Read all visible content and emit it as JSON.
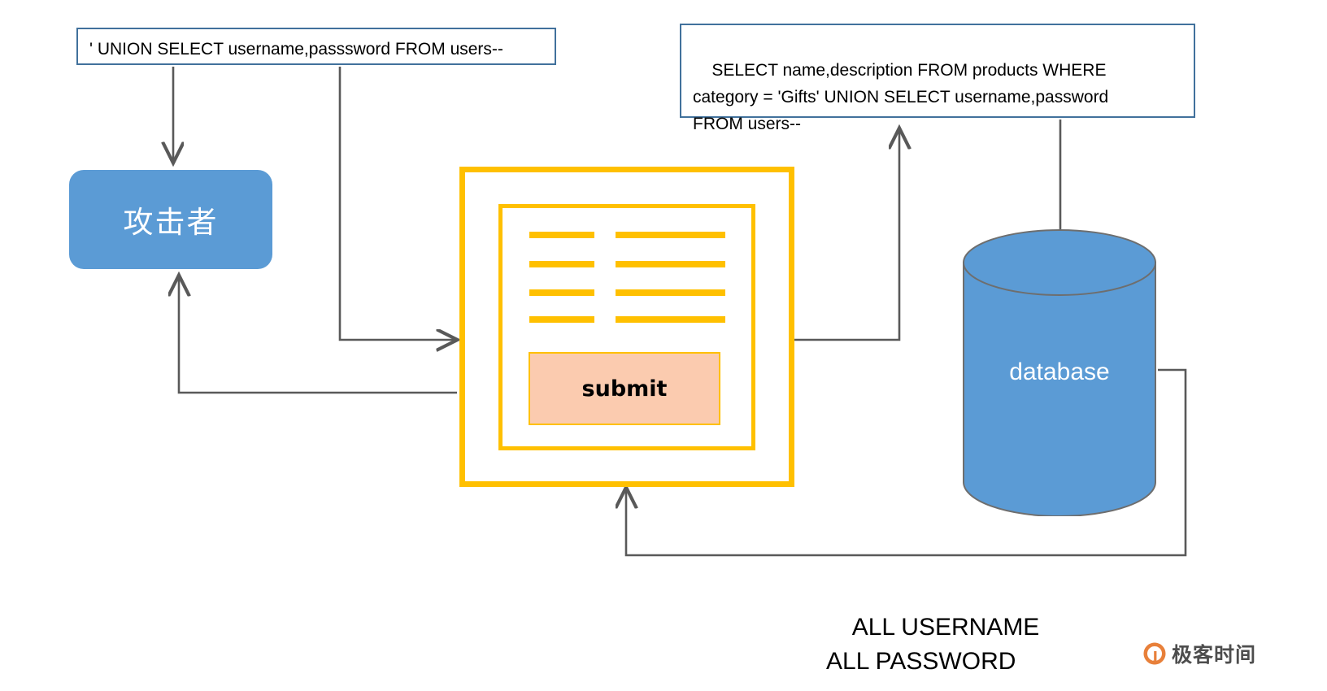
{
  "diagram": {
    "title": "SQL UNION injection attack flow",
    "colors": {
      "node_blue": "#5B9BD5",
      "callout_border_blue": "#41719C",
      "form_yellow": "#FFC000",
      "submit_peach": "#FBCBAF",
      "connector_gray": "#595959",
      "logo_orange": "#E8803A",
      "logo_text_gray": "#4D4D4D"
    }
  },
  "callouts": {
    "injection_payload": "' UNION SELECT username,passsword FROM users--",
    "server_query_lines": [
      "SELECT name,description FROM products WHERE",
      "category = 'Gifts' UNION SELECT username,password",
      "FROM users--"
    ],
    "server_query": "SELECT name,description FROM products WHERE\ncategory = 'Gifts' UNION SELECT username,password\nFROM users--"
  },
  "nodes": {
    "attacker": {
      "label": "攻击者"
    },
    "database": {
      "label": "database"
    },
    "form": {
      "submit_label": "submit",
      "field_rows": [
        {
          "left_bar": true,
          "right_bar": true
        },
        {
          "left_bar": true,
          "right_bar": true
        },
        {
          "left_bar": true,
          "right_bar": true
        },
        {
          "left_bar": true,
          "right_bar": true
        }
      ]
    }
  },
  "result_caption": {
    "line1": "ALL USERNAME",
    "line2": "ALL PASSWORD",
    "text": "ALL USERNAME\nALL PASSWORD"
  },
  "watermark": {
    "brand": "极客时间",
    "mark": "geektime-logo-icon"
  }
}
